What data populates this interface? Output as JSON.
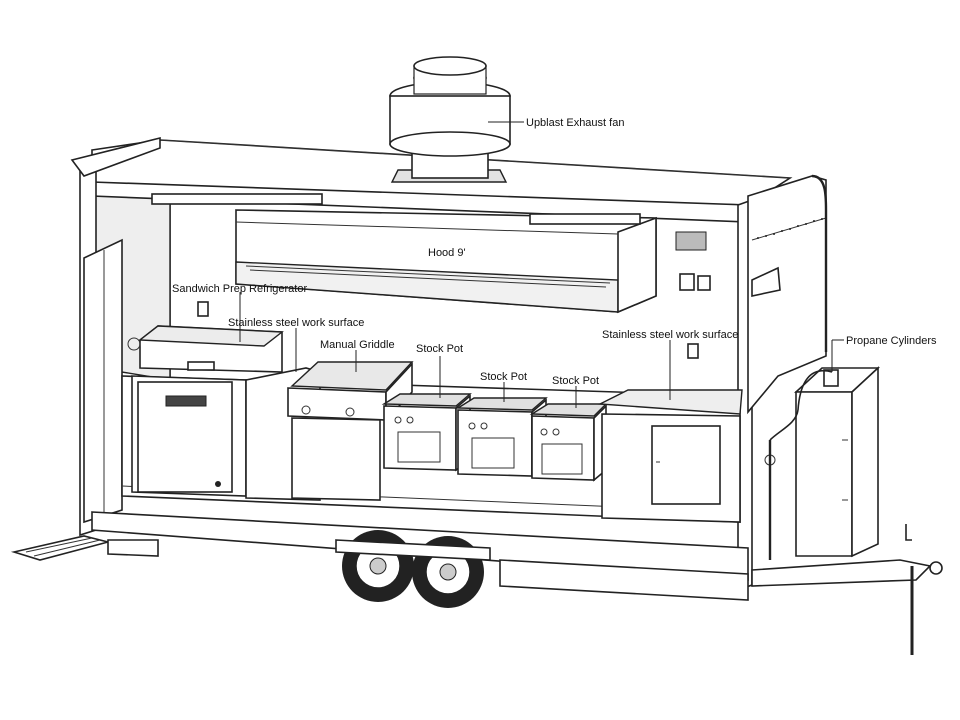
{
  "labels": {
    "exhaust_fan": "Upblast Exhaust fan",
    "hood": "Hood 9'",
    "sandwich_fridge": "Sandwich Prep Refrigerator",
    "work_surface_left": "Stainless steel work surface",
    "griddle": "Manual Griddle",
    "stock_pot_1": "Stock Pot",
    "stock_pot_2": "Stock Pot",
    "stock_pot_3": "Stock Pot",
    "work_surface_right": "Stainless steel work surface",
    "propane": "Propane Cylinders"
  },
  "colors": {
    "line": "#222222",
    "fill": "#ffffff",
    "shade": "#d9d9d9",
    "dark": "#444444"
  }
}
